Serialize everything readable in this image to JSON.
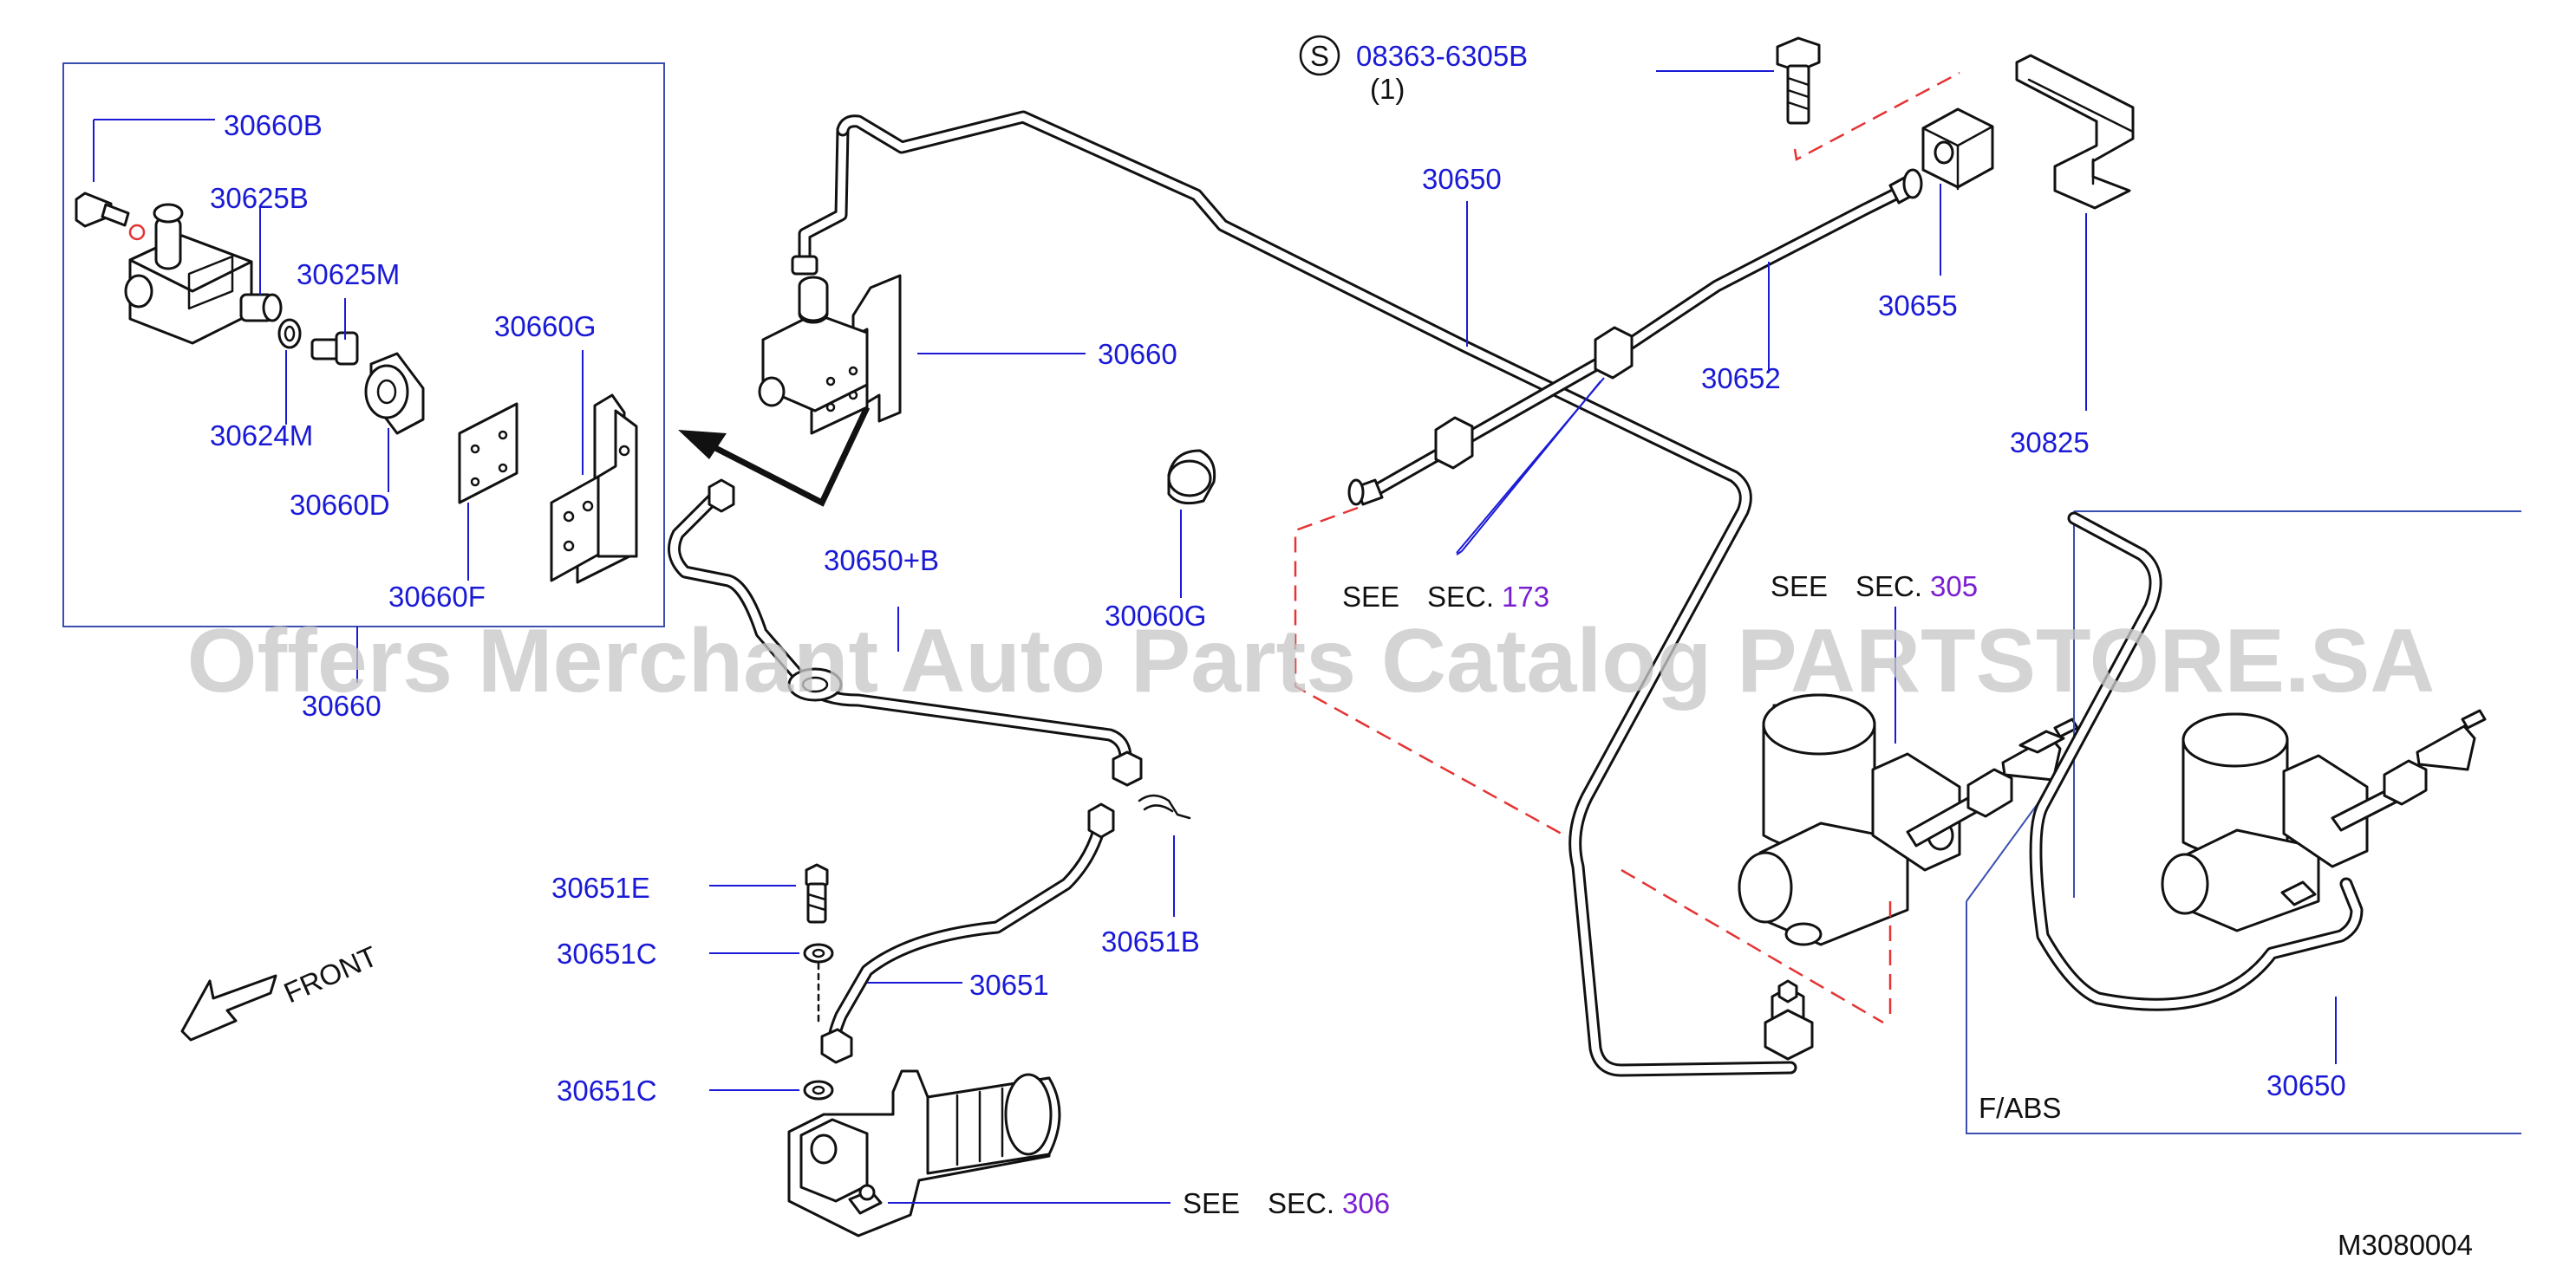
{
  "labels": {
    "p30660B": "30660B",
    "p30625B": "30625B",
    "p30625M": "30625M",
    "p30624M": "30624M",
    "p30660D": "30660D",
    "p30660G_box": "30660G",
    "p30660F": "30660F",
    "p30660_box": "30660",
    "p30660": "30660",
    "p30650_plus_b": "30650+B",
    "p30060G": "30060G",
    "p08363": "08363-6305B",
    "p08363_qty": "(1)",
    "p30650_top": "30650",
    "p30652": "30652",
    "p30655": "30655",
    "p30825": "30825",
    "p30651E": "30651E",
    "p30651C_1": "30651C",
    "p30651": "30651",
    "p30651B": "30651B",
    "p30651C_2": "30651C",
    "p30650_abs": "30650",
    "front": "FRONT",
    "fabs": "F/ABS",
    "diagram_code": "M3080004"
  },
  "see_refs": {
    "see_word": "SEE",
    "sec_word": "SEC.",
    "sec173": "173",
    "sec305": "305",
    "sec306": "306"
  },
  "standard_symbol": "S",
  "watermark": "Offers Merchant Auto Parts Catalog PARTSTORE.SA",
  "colors": {
    "label": "#1a1ad6",
    "section_number": "#7a1fd0",
    "phantom_line": "#e53333",
    "watermark": "#c8c8c8"
  }
}
